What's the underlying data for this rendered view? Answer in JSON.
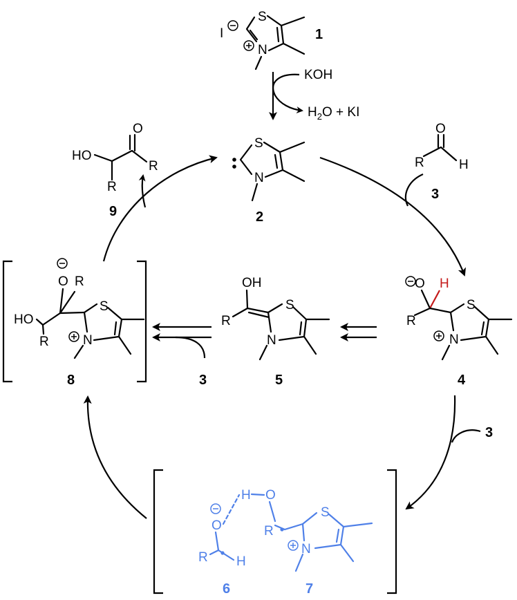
{
  "compounds": {
    "c1": {
      "number": "1",
      "counterion": "I"
    },
    "c2": {
      "number": "2"
    },
    "c3": {
      "number": "3"
    },
    "c4": {
      "number": "4"
    },
    "c5": {
      "number": "5"
    },
    "c6": {
      "number": "6"
    },
    "c7": {
      "number": "7"
    },
    "c8": {
      "number": "8"
    },
    "c9": {
      "number": "9"
    }
  },
  "reagents": {
    "base": "KOH",
    "byproduct_h": "H",
    "byproduct_sub": "2",
    "byproduct_rest": "O + KI",
    "aldehyde_label_1": "3",
    "aldehyde_label_2": "3",
    "aldehyde_label_3": "3"
  },
  "atoms": {
    "S": "S",
    "N": "N",
    "O": "O",
    "H": "H",
    "R": "R",
    "HO": "HO",
    "OH": "OH"
  },
  "colors": {
    "intermediate_highlight": "#4f80e8",
    "transferred_hydrogen": "#c41a1a"
  }
}
